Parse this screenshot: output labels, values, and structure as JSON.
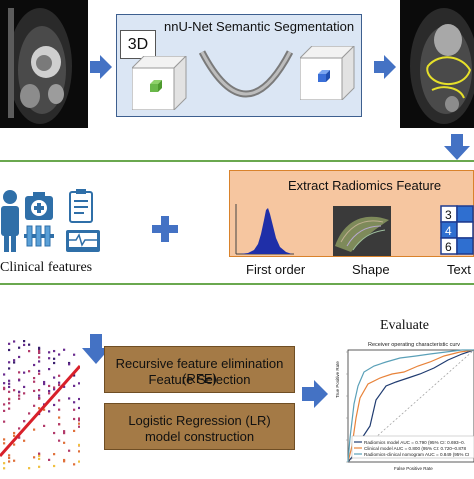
{
  "segmentation": {
    "title": "nnU-Net Semantic Segmentation",
    "dim_tag": "3D"
  },
  "clinical": {
    "label": "Clinical features"
  },
  "radiomics": {
    "title": "Extract Radiomics Feature",
    "items": [
      "First order",
      "Shape",
      "Text"
    ]
  },
  "modeling": {
    "rfe_line1": "Recursive feature elimination (RFE)",
    "rfe_line2": "Feature Selection",
    "lr_line1": "Logistic Regression (LR)",
    "lr_line2": "model construction"
  },
  "evaluate": {
    "title": "Evaluate",
    "roc_title": "Receiver operating characteristic curv",
    "xlabel": "False Positive Rate",
    "ylabel": "True Positive Rate",
    "legend": [
      "Radiomics model AUC = 0.790 (95% CI: 0.693–0.",
      "Clinical model AUC = 0.800 (95% CI: 0.720–0.878",
      "Radiomics-clinical nomogram AUC = 0.849 (95% CI"
    ]
  },
  "colors": {
    "arrow": "#4472c4",
    "seg_box_fill": "#dbe6f4",
    "radiomics_box_fill": "#f6c6a0",
    "model_box_fill": "#a47a46",
    "divider": "#6aa84f",
    "radiomics_curve": "#1f3b70",
    "clinical_curve": "#e8833a",
    "nomogram_curve": "#5aa0b8"
  }
}
